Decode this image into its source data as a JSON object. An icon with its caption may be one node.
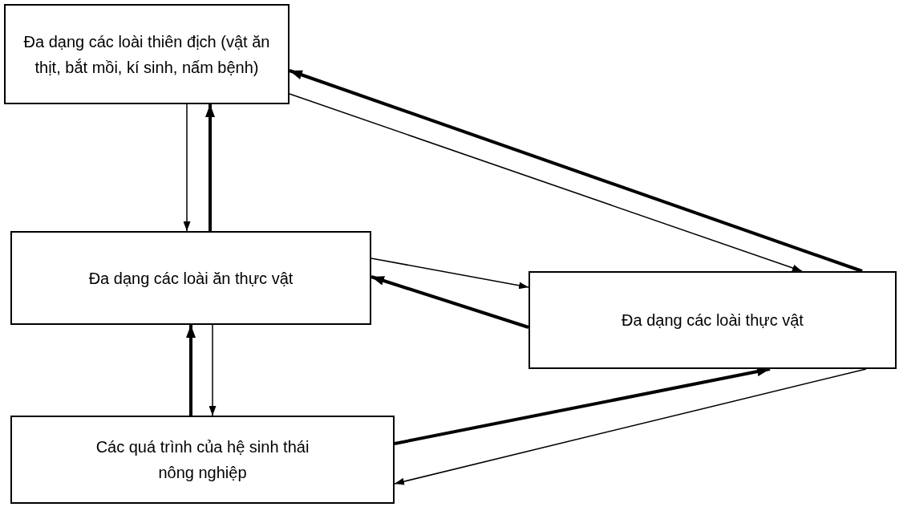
{
  "diagram": {
    "nodes": [
      {
        "text": [
          "Đa dạng các loài thiên địch (vật ăn thịt, bắt mồi, kí sinh, nấm bệnh)"
        ]
      },
      {
        "text": [
          "Đa dạng các loài ăn thực vật"
        ]
      },
      {
        "text": [
          "Đa dạng các loài thực vật"
        ]
      },
      {
        "text": [
          "Các quá trình của hệ sinh thái nông nghiệp"
        ]
      }
    ],
    "edges": [
      {
        "from": 0,
        "to": 1,
        "arrow": "to"
      },
      {
        "from": 1,
        "to": 0,
        "arrow": "to",
        "style": "thick"
      },
      {
        "from": 1,
        "to": 3,
        "arrow": "to"
      },
      {
        "from": 3,
        "to": 1,
        "arrow": "to",
        "style": "thick"
      },
      {
        "from": 1,
        "to": 2,
        "arrow": "to"
      },
      {
        "from": 2,
        "to": 1,
        "arrow": "to",
        "style": "thick"
      },
      {
        "from": 0,
        "to": 2,
        "arrow": "to"
      },
      {
        "from": 2,
        "to": 0,
        "arrow": "to",
        "style": "thick"
      },
      {
        "from": 3,
        "to": 2,
        "arrow": "to",
        "style": "thick"
      },
      {
        "from": 2,
        "to": 3,
        "arrow": "to"
      }
    ]
  }
}
